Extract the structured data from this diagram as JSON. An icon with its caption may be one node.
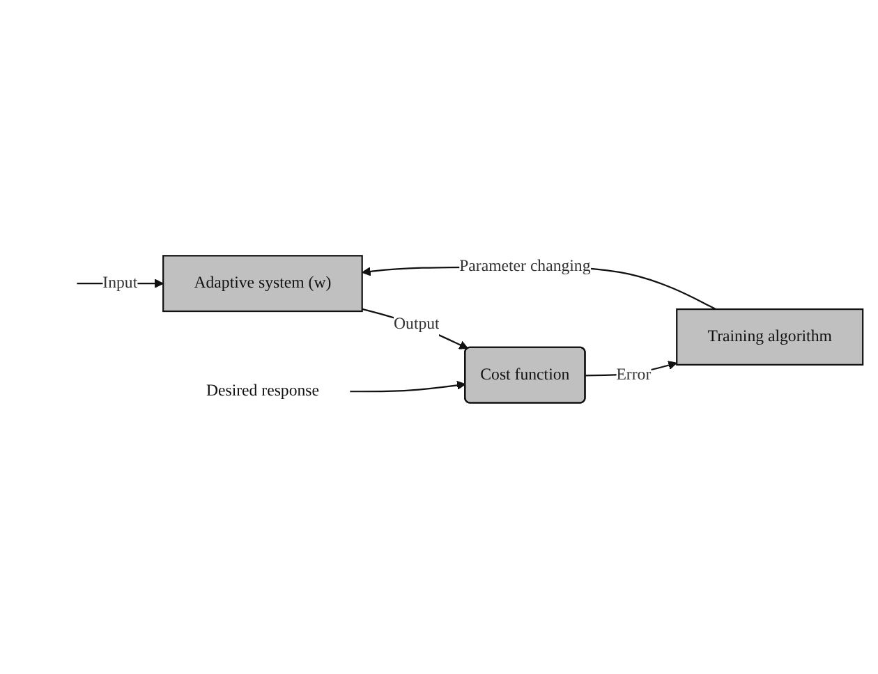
{
  "diagram": {
    "nodes": [
      {
        "text": [
          "Adaptive system (w)"
        ]
      },
      {
        "text": [
          "Cost function"
        ]
      },
      {
        "text": [
          "Training algorithm"
        ]
      },
      {
        "text": [
          "Desired response"
        ]
      }
    ],
    "edges": [
      {
        "from": null,
        "to": 0,
        "arrow": "to",
        "label": "Input"
      },
      {
        "from": 0,
        "to": 1,
        "arrow": "to",
        "label": "Output"
      },
      {
        "from": 3,
        "to": 1,
        "arrow": "to"
      },
      {
        "from": 1,
        "to": 2,
        "arrow": "to",
        "label": "Error"
      },
      {
        "from": 2,
        "to": 0,
        "arrow": "to",
        "label": "Parameter changing"
      }
    ]
  }
}
